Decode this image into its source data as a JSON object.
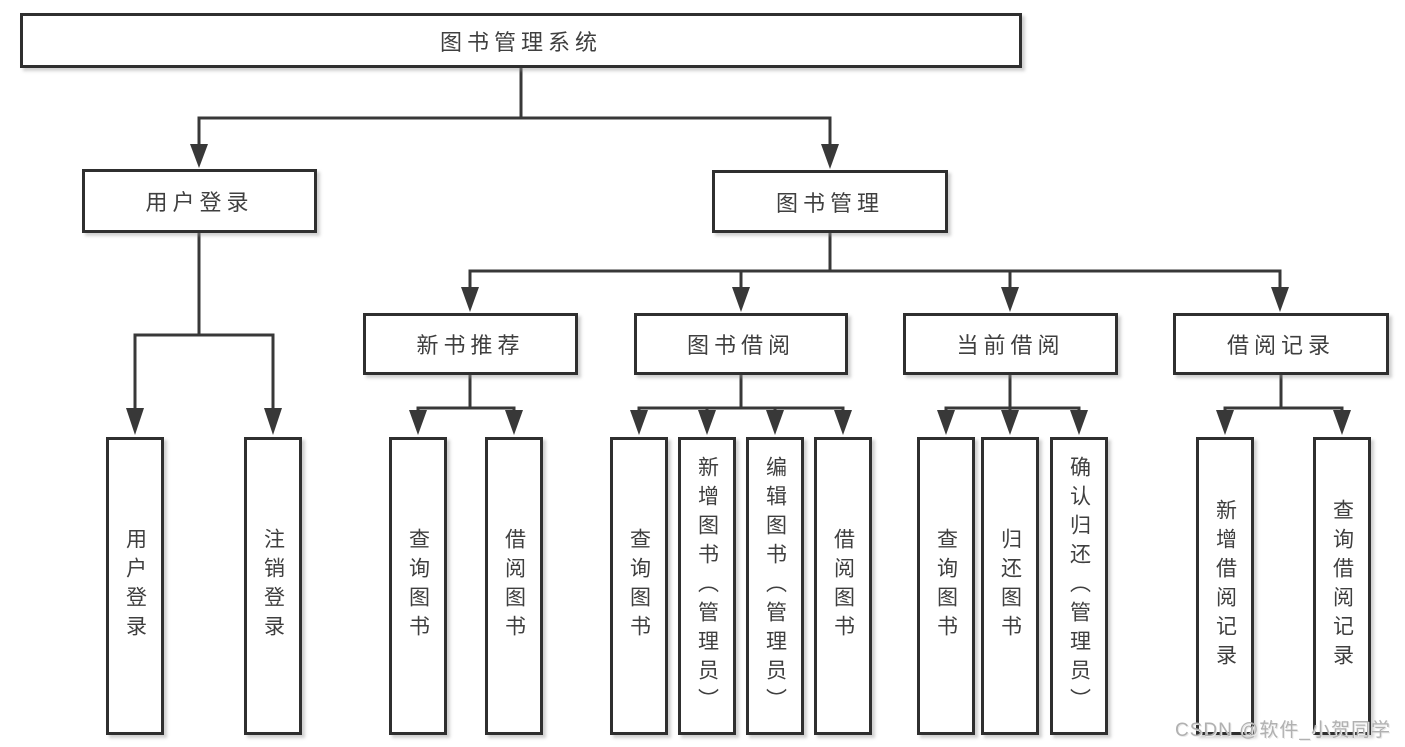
{
  "diagram_title": "图书管理系统",
  "nodes": {
    "root": "图书管理系统",
    "level2": [
      "用户登录",
      "图书管理"
    ],
    "level3": [
      "新书推荐",
      "图书借阅",
      "当前借阅",
      "借阅记录"
    ],
    "leaves_user": [
      "用户登录",
      "注销登录"
    ],
    "leaves_newbook": [
      "查询图书",
      "借阅图书"
    ],
    "leaves_borrow": [
      "查询图书",
      "新增图书（管理员）",
      "编辑图书（管理员）",
      "借阅图书"
    ],
    "leaves_current": [
      "查询图书",
      "归还图书",
      "确认归还（管理员）"
    ],
    "leaves_records": [
      "新增借阅记录",
      "查询借阅记录"
    ]
  },
  "watermark": "CSDN @软件_小贺同学",
  "colors": {
    "background": "#ffffff",
    "line": "#383838",
    "box_border": "#2f2f2f",
    "text": "#3f3f3f",
    "watermark": "#b1b1b1"
  }
}
